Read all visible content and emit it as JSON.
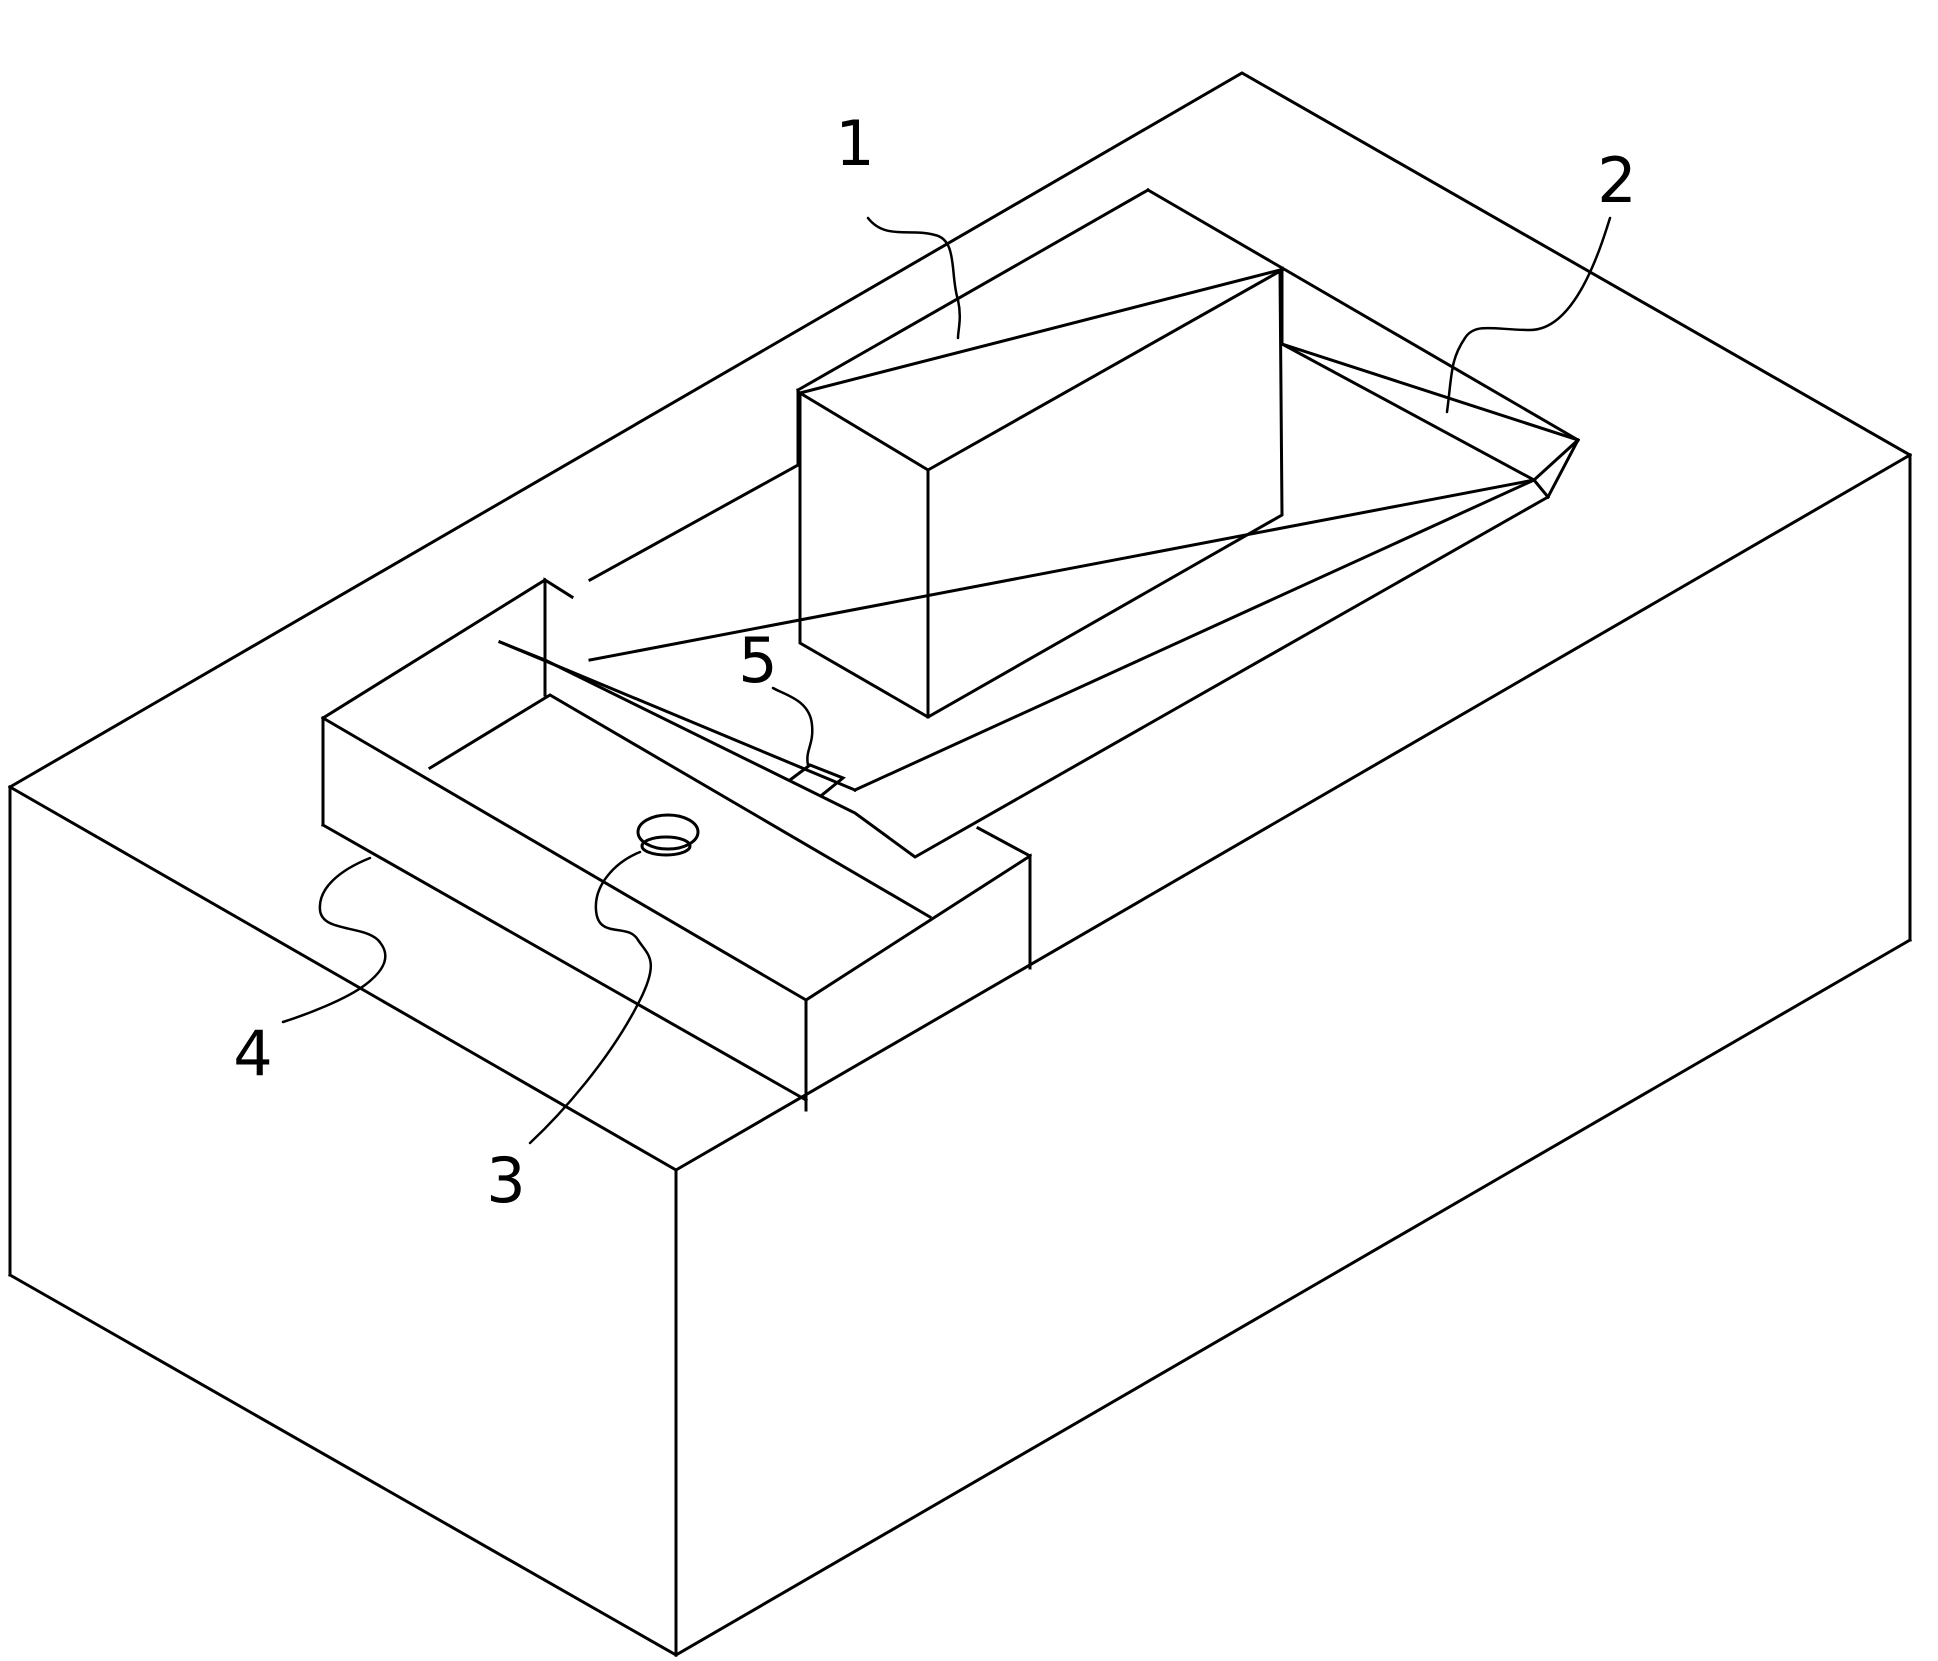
{
  "diagram": {
    "parts": [
      {
        "id": "1",
        "label": "1"
      },
      {
        "id": "2",
        "label": "2"
      },
      {
        "id": "3",
        "label": "3"
      },
      {
        "id": "4",
        "label": "4"
      },
      {
        "id": "5",
        "label": "5"
      }
    ],
    "colors": {
      "line": "#000000",
      "background": "#ffffff"
    }
  }
}
